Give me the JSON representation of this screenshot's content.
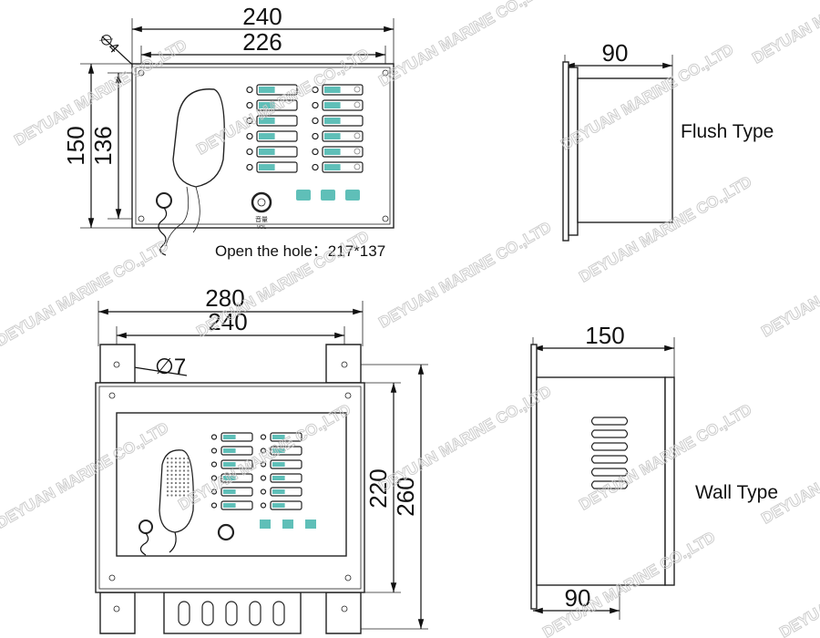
{
  "watermark": "DEYUAN MARINE CO.,LTD",
  "flush": {
    "width_outer": "240",
    "width_inner": "226",
    "hole_diameter": "∅4",
    "height_outer": "150",
    "height_inner": "136",
    "hole_note": "Open the hole：217*137",
    "depth": "90",
    "label": "Flush Type",
    "vol_label": "音量",
    "vol_label_en": "VOL"
  },
  "wall": {
    "width_outer": "280",
    "width_inner": "240",
    "hole_diameter": "∅7",
    "height_inner": "220",
    "height_outer": "260",
    "depth": "150",
    "depth_bracket": "90",
    "label": "Wall Type"
  },
  "colors": {
    "button_accent": "#5fbfb8",
    "line": "#111111",
    "watermark": "#c8c8c8"
  }
}
